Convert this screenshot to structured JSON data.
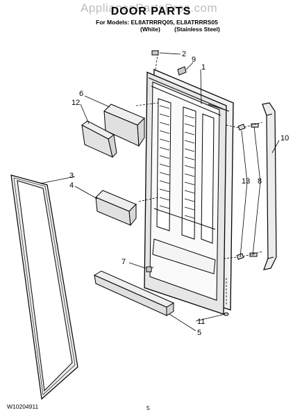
{
  "header": {
    "watermark": "AppliancePartsPros.com",
    "title": "DOOR PARTS",
    "models_line": "For Models: EL8ATRRRQ05, EL8ATRRRS05",
    "variant_white": "(White)",
    "variant_stainless": "(Stainless Steel)"
  },
  "callouts": {
    "c1": "1",
    "c2": "2",
    "c3": "3",
    "c4": "4",
    "c5": "5",
    "c6": "6",
    "c7": "7",
    "c8": "8",
    "c9": "9",
    "c10": "10",
    "c11": "11",
    "c12": "12",
    "c13": "13"
  },
  "footer": {
    "doc_number": "W10204911",
    "page_number": "5"
  }
}
